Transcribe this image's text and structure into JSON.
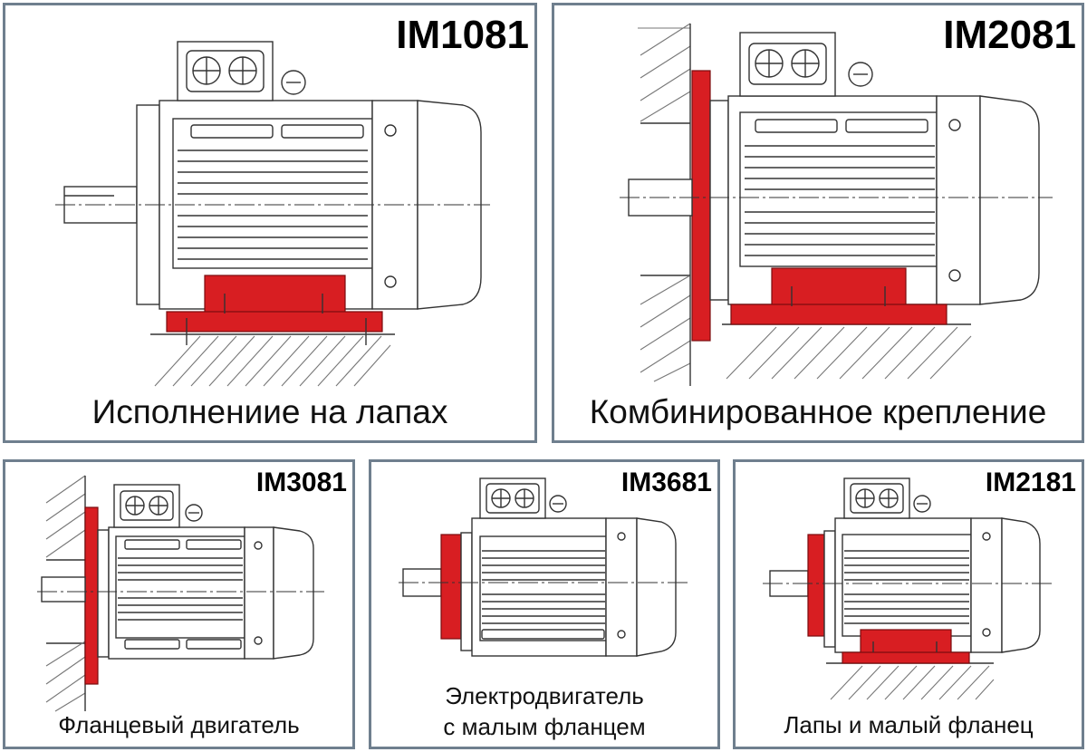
{
  "colors": {
    "frame": "#6f7f8e",
    "mount_highlight": "#d81e22",
    "line": "#333333"
  },
  "panels": {
    "im1081": {
      "code": "IM1081",
      "caption": "Исполнениие на лапах"
    },
    "im2081": {
      "code": "IM2081",
      "caption": "Комбинированное крепление"
    },
    "im3081": {
      "code": "IM3081",
      "caption": "Фланцевый двигатель"
    },
    "im3681": {
      "code": "IM3681",
      "caption_line1": "Электродвигатель",
      "caption_line2": "с малым фланцем"
    },
    "im2181": {
      "code": "IM2181",
      "caption": "Лапы и малый фланец"
    }
  }
}
